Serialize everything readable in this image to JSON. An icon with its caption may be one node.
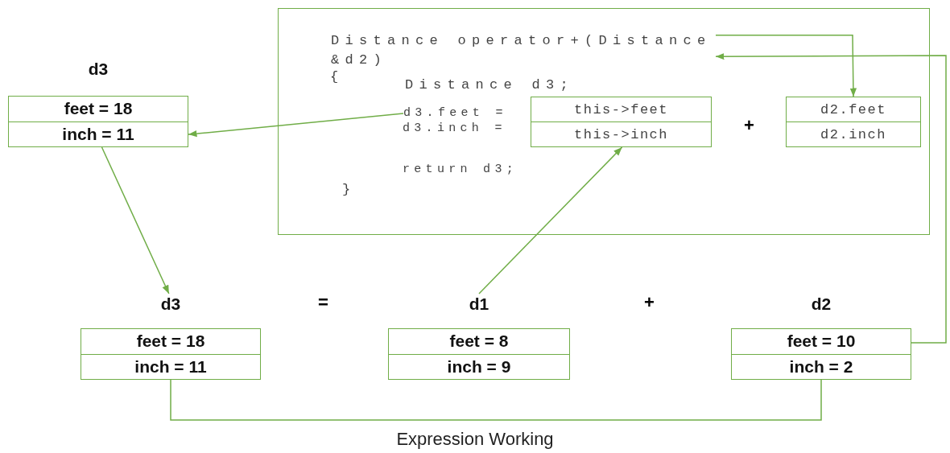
{
  "diagram": {
    "caption": "Expression Working",
    "nodes": [
      {
        "text": [],
        "shape": "box"
      },
      {
        "text": [
          "Distance operator+(Distance &d2)"
        ],
        "in": 0
      },
      {
        "text": [
          "d3.feet ="
        ],
        "in": 0
      },
      {
        "text": [
          "this->feet",
          "this->inch"
        ],
        "in": 0
      },
      {
        "text": [
          "d2.feet",
          "d2.inch"
        ],
        "in": 0
      },
      {
        "text": [
          "d3",
          "feet = 18",
          "inch = 11"
        ]
      },
      {
        "text": [
          "d3",
          "feet = 18",
          "inch = 11"
        ]
      },
      {
        "text": [
          "d1",
          "feet = 8",
          "inch = 9"
        ]
      },
      {
        "text": [
          "d2",
          "feet = 10",
          "inch = 2"
        ]
      }
    ],
    "edges": [
      {
        "from": 2,
        "to": 5,
        "arrow": "to"
      },
      {
        "from": 5,
        "to": 6,
        "arrow": "to"
      },
      {
        "from": 7,
        "to": 3,
        "arrow": "to"
      },
      {
        "from": 1,
        "to": 4,
        "arrow": "to"
      },
      {
        "from": 8,
        "to": 1,
        "arrow": "to"
      },
      {
        "from": 6,
        "to": 8,
        "arrow": "none"
      }
    ],
    "labels": [
      "{",
      "Distance d3;",
      "d3.inch =",
      "+",
      "return d3;",
      "}",
      "=",
      "+"
    ]
  }
}
